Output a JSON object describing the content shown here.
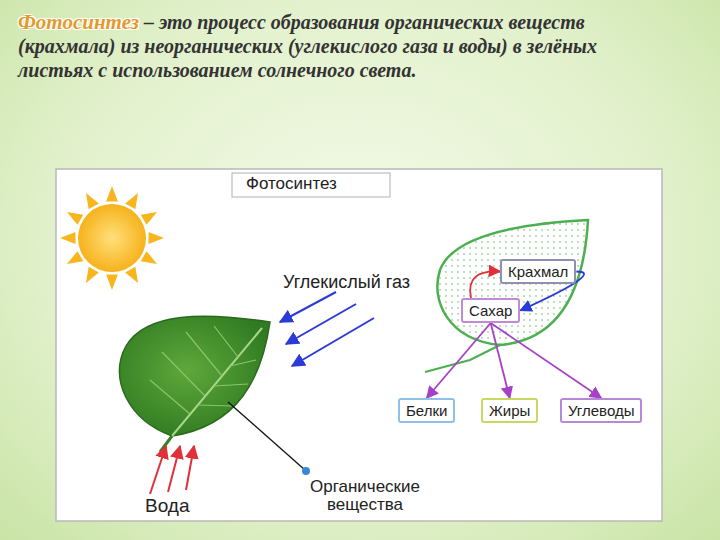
{
  "diagram": {
    "nodes": [
      {
        "text": [
          "Крахмал"
        ]
      },
      {
        "text": [
          "Сахар"
        ]
      },
      {
        "text": [
          "Белки"
        ]
      },
      {
        "text": [
          "Жиры"
        ]
      },
      {
        "text": [
          "Углеводы"
        ]
      }
    ],
    "edges": [
      {
        "from": 1,
        "to": 0,
        "arrow": "to"
      },
      {
        "from": 0,
        "to": 1,
        "arrow": "to"
      },
      {
        "from": 1,
        "to": 2,
        "arrow": "to"
      },
      {
        "from": 1,
        "to": 3,
        "arrow": "to"
      },
      {
        "from": 1,
        "to": 4,
        "arrow": "to"
      }
    ],
    "labels": [
      "Фотосинтез",
      "– это процесс образования органических веществ (крахмала) из неорганических (углекислого газа и воды) в зелёных листьях с использованием солнечного света.",
      "Фотосинтез",
      "Углекислый газ",
      "Вода",
      "Органические вещества"
    ]
  }
}
